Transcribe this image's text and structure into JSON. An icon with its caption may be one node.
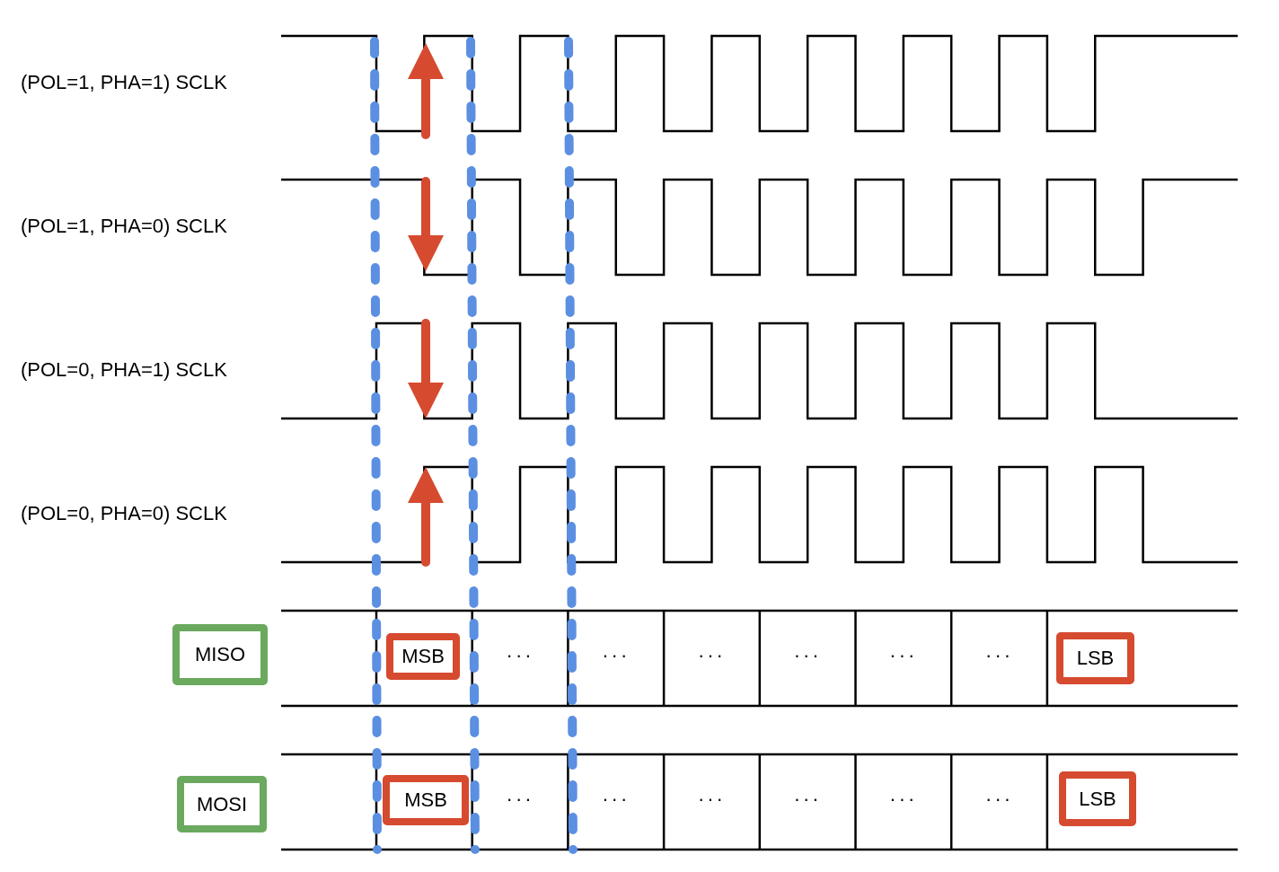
{
  "diagram": {
    "nodes": [
      {
        "text": [
          "MISO"
        ]
      },
      {
        "text": [
          "MSB"
        ]
      },
      {
        "text": [
          "LSB"
        ]
      },
      {
        "text": [
          "MOSI"
        ]
      },
      {
        "text": [
          "MSB"
        ]
      },
      {
        "text": [
          "LSB"
        ]
      }
    ],
    "labels": [
      "(POL=1, PHA=1) SCLK",
      "(POL=1, PHA=0) SCLK",
      "(POL=0, PHA=1) SCLK",
      "(POL=0, PHA=0) SCLK",
      "···",
      "···",
      "···",
      "···",
      "···",
      "···",
      "···",
      "···",
      "···",
      "···",
      "···",
      "···"
    ]
  }
}
